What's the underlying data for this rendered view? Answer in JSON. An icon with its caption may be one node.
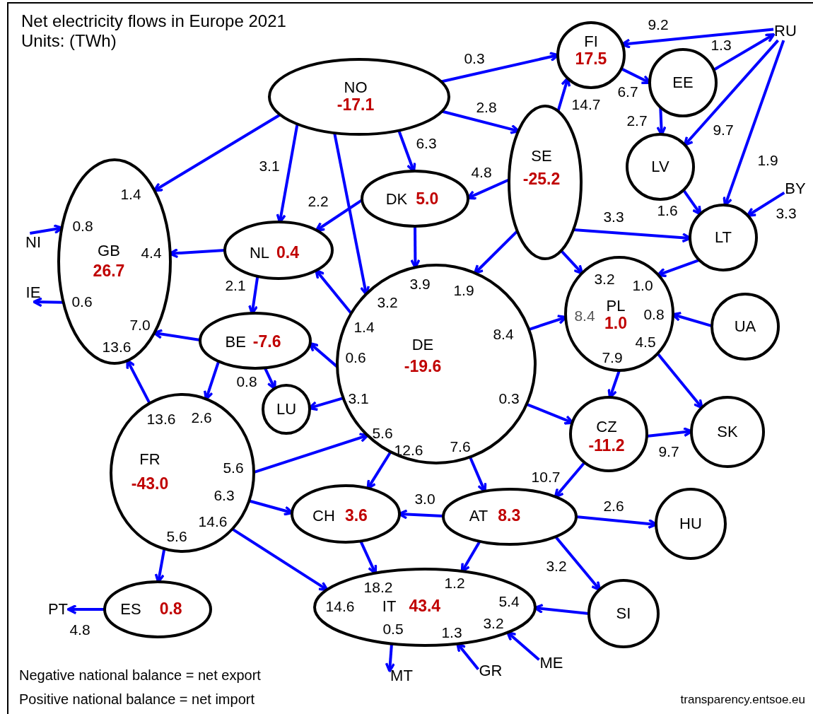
{
  "diagram": {
    "title": "Net electricity flows in Europe 2021",
    "nodes": [
      {
        "text": [
          "NO",
          "-17.1"
        ]
      },
      {
        "text": [
          "FI",
          "17.5"
        ]
      },
      {
        "text": [
          "EE"
        ]
      },
      {
        "text": [
          "SE",
          "-25.2"
        ]
      },
      {
        "text": [
          "DK",
          "5.0"
        ]
      },
      {
        "text": [
          "GB",
          "26.7"
        ]
      },
      {
        "text": [
          "NL",
          "0.4"
        ]
      },
      {
        "text": [
          "LV"
        ]
      },
      {
        "text": [
          "LT"
        ]
      },
      {
        "text": [
          "BE",
          "-7.6"
        ]
      },
      {
        "text": [
          "DE",
          "-19.6"
        ]
      },
      {
        "text": [
          "PL",
          "1.0"
        ]
      },
      {
        "text": [
          "UA"
        ]
      },
      {
        "text": [
          "LU"
        ]
      },
      {
        "text": [
          "FR",
          "-43.0"
        ]
      },
      {
        "text": [
          "CZ",
          "-11.2"
        ]
      },
      {
        "text": [
          "SK"
        ]
      },
      {
        "text": [
          "CH",
          "3.6"
        ]
      },
      {
        "text": [
          "AT",
          "8.3"
        ]
      },
      {
        "text": [
          "HU"
        ]
      },
      {
        "text": [
          "IT",
          "43.4"
        ]
      },
      {
        "text": [
          "ES",
          "0.8"
        ]
      },
      {
        "text": [
          "SI"
        ]
      },
      {
        "text": [
          "NI"
        ]
      },
      {
        "text": [
          "IE"
        ]
      },
      {
        "text": [
          "RU"
        ]
      },
      {
        "text": [
          "BY"
        ]
      },
      {
        "text": [
          "PT"
        ]
      },
      {
        "text": [
          "MT"
        ]
      },
      {
        "text": [
          "GR"
        ]
      },
      {
        "text": [
          "ME"
        ]
      }
    ],
    "edges": [
      {
        "from": 0,
        "to": 1,
        "arrow": "to",
        "label": "0.3"
      },
      {
        "from": 0,
        "to": 3,
        "arrow": "to",
        "label": "2.8"
      },
      {
        "from": 0,
        "to": 4,
        "arrow": "to",
        "label": "6.3"
      },
      {
        "from": 0,
        "to": 6,
        "arrow": "to",
        "label": "3.1"
      },
      {
        "from": 0,
        "to": 5,
        "arrow": "to",
        "label": "1.4"
      },
      {
        "from": 0,
        "to": 10,
        "arrow": "to",
        "label": "3.2"
      },
      {
        "from": 25,
        "to": 1,
        "arrow": "to",
        "label": "9.2"
      },
      {
        "from": 2,
        "to": 25,
        "arrow": "to",
        "label": "1.3"
      },
      {
        "from": 1,
        "to": 2,
        "arrow": "to",
        "label": "6.7"
      },
      {
        "from": 3,
        "to": 1,
        "arrow": "to",
        "label": "14.7"
      },
      {
        "from": 2,
        "to": 7,
        "arrow": "to",
        "label": "2.7"
      },
      {
        "from": 25,
        "to": 7,
        "arrow": "to",
        "label": "9.7"
      },
      {
        "from": 25,
        "to": 8,
        "arrow": "to",
        "label": "1.9"
      },
      {
        "from": 7,
        "to": 8,
        "arrow": "to",
        "label": "1.6"
      },
      {
        "from": 26,
        "to": 8,
        "arrow": "to",
        "label": "3.3"
      },
      {
        "from": 3,
        "to": 4,
        "arrow": "to",
        "label": "4.8"
      },
      {
        "from": 4,
        "to": 6,
        "arrow": "to",
        "label": "2.2"
      },
      {
        "from": 4,
        "to": 10,
        "arrow": "to",
        "label": "3.9"
      },
      {
        "from": 3,
        "to": 10,
        "arrow": "to",
        "label": "1.9"
      },
      {
        "from": 3,
        "to": 8,
        "arrow": "to",
        "label": "3.3"
      },
      {
        "from": 3,
        "to": 11,
        "arrow": "to",
        "label": "3.2"
      },
      {
        "from": 8,
        "to": 11,
        "arrow": "to",
        "label": "1.0"
      },
      {
        "from": 12,
        "to": 11,
        "arrow": "to",
        "label": "0.8"
      },
      {
        "from": 23,
        "to": 5,
        "arrow": "to",
        "label": "0.8"
      },
      {
        "from": 5,
        "to": 24,
        "arrow": "to",
        "label": "0.6"
      },
      {
        "from": 6,
        "to": 5,
        "arrow": "to",
        "label": "4.4"
      },
      {
        "from": 6,
        "to": 9,
        "arrow": "to",
        "label": "2.1"
      },
      {
        "from": 10,
        "to": 6,
        "arrow": "to",
        "label": "1.4"
      },
      {
        "from": 10,
        "to": 9,
        "arrow": "to",
        "label": "0.6"
      },
      {
        "from": 9,
        "to": 5,
        "arrow": "to",
        "label": "7.0"
      },
      {
        "from": 14,
        "to": 5,
        "arrow": "to",
        "label": "13.6"
      },
      {
        "from": 9,
        "to": 14,
        "arrow": "to",
        "label": "2.6"
      },
      {
        "from": 9,
        "to": 13,
        "arrow": "to",
        "label": "0.8"
      },
      {
        "from": 10,
        "to": 13,
        "arrow": "to",
        "label": "3.1"
      },
      {
        "from": 14,
        "to": 10,
        "arrow": "to",
        "label": "5.6"
      },
      {
        "from": 14,
        "to": 17,
        "arrow": "to",
        "label": "6.3"
      },
      {
        "from": 14,
        "to": 20,
        "arrow": "to",
        "label": "14.6"
      },
      {
        "from": 14,
        "to": 21,
        "arrow": "to",
        "label": "5.6"
      },
      {
        "from": 21,
        "to": 27,
        "arrow": "to",
        "label": "4.8"
      },
      {
        "from": 10,
        "to": 17,
        "arrow": "to",
        "label": "12.6"
      },
      {
        "from": 10,
        "to": 18,
        "arrow": "to",
        "label": "7.6"
      },
      {
        "from": 10,
        "to": 11,
        "arrow": "to",
        "label": "8.4"
      },
      {
        "from": 10,
        "to": 15,
        "arrow": "to",
        "label": "0.3"
      },
      {
        "from": 11,
        "to": 15,
        "arrow": "to",
        "label": "7.9"
      },
      {
        "from": 11,
        "to": 16,
        "arrow": "to",
        "label": "4.5"
      },
      {
        "from": 15,
        "to": 16,
        "arrow": "to",
        "label": "9.7"
      },
      {
        "from": 15,
        "to": 18,
        "arrow": "to",
        "label": "10.7"
      },
      {
        "from": 18,
        "to": 17,
        "arrow": "to",
        "label": "3.0"
      },
      {
        "from": 18,
        "to": 19,
        "arrow": "to",
        "label": "2.6"
      },
      {
        "from": 18,
        "to": 22,
        "arrow": "to",
        "label": "3.2"
      },
      {
        "from": 18,
        "to": 20,
        "arrow": "to",
        "label": "1.2"
      },
      {
        "from": 17,
        "to": 20,
        "arrow": "to",
        "label": "18.2"
      },
      {
        "from": 22,
        "to": 20,
        "arrow": "to",
        "label": "5.4"
      },
      {
        "from": 30,
        "to": 20,
        "arrow": "to",
        "label": "3.2"
      },
      {
        "from": 29,
        "to": 20,
        "arrow": "to",
        "label": "1.3"
      },
      {
        "from": 20,
        "to": 28,
        "arrow": "to",
        "label": "0.5"
      }
    ],
    "labels": [
      "Units: (TWh)",
      "13.6",
      "5.6",
      "14.6",
      "8.4",
      "Negative national balance = net export",
      "Positive national balance = net import",
      "transparency.entsoe.eu"
    ]
  }
}
